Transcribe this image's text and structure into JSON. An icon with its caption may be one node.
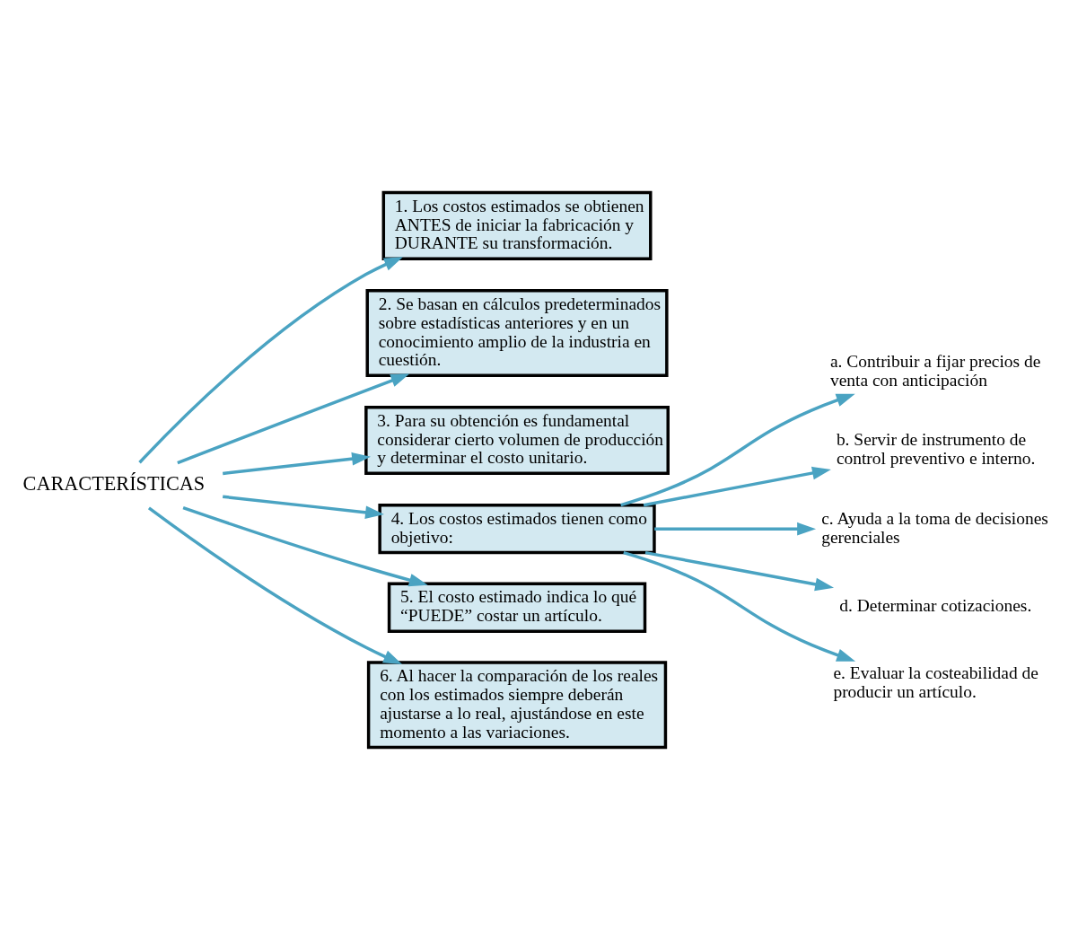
{
  "diagram": {
    "nodes": [
      {
        "text": [
          "CARACTERÍSTICAS"
        ]
      },
      {
        "text": [
          "1. Los costos estimados se obtienen ANTES de iniciar la fabricación y DURANTE su transformación."
        ]
      },
      {
        "text": [
          "2. Se basan en cálculos predeterminados sobre estadísticas anteriores y en un conocimiento amplio de la industria en cuestión."
        ]
      },
      {
        "text": [
          "3. Para su obtención es fundamental considerar cierto volumen de producción y determinar el costo unitario."
        ]
      },
      {
        "text": [
          "4. Los costos estimados tienen como objetivo:"
        ]
      },
      {
        "text": [
          "5. El costo estimado indica lo qué “PUEDE” costar un artículo."
        ]
      },
      {
        "text": [
          "6. Al hacer la comparación de los reales con los estimados siempre deberán ajustarse a lo real, ajustándose en este momento a las variaciones."
        ]
      },
      {
        "text": [
          "a. Contribuir a fijar precios de venta con anticipación"
        ]
      },
      {
        "text": [
          "b. Servir de instrumento de control preventivo e interno."
        ]
      },
      {
        "text": [
          "c. Ayuda a la toma de decisiones gerenciales"
        ]
      },
      {
        "text": [
          "d. Determinar cotizaciones."
        ]
      },
      {
        "text": [
          "e. Evaluar la costeabilidad de producir un artículo."
        ]
      }
    ],
    "edges": [
      {
        "from": 0,
        "to": 1,
        "arrow": "to"
      },
      {
        "from": 0,
        "to": 2,
        "arrow": "to"
      },
      {
        "from": 0,
        "to": 3,
        "arrow": "to"
      },
      {
        "from": 0,
        "to": 4,
        "arrow": "to"
      },
      {
        "from": 0,
        "to": 5,
        "arrow": "to"
      },
      {
        "from": 0,
        "to": 6,
        "arrow": "to"
      },
      {
        "from": 4,
        "to": 7,
        "arrow": "to"
      },
      {
        "from": 4,
        "to": 8,
        "arrow": "to"
      },
      {
        "from": 4,
        "to": 9,
        "arrow": "to"
      },
      {
        "from": 4,
        "to": 10,
        "arrow": "to"
      },
      {
        "from": 4,
        "to": 11,
        "arrow": "to"
      }
    ]
  }
}
